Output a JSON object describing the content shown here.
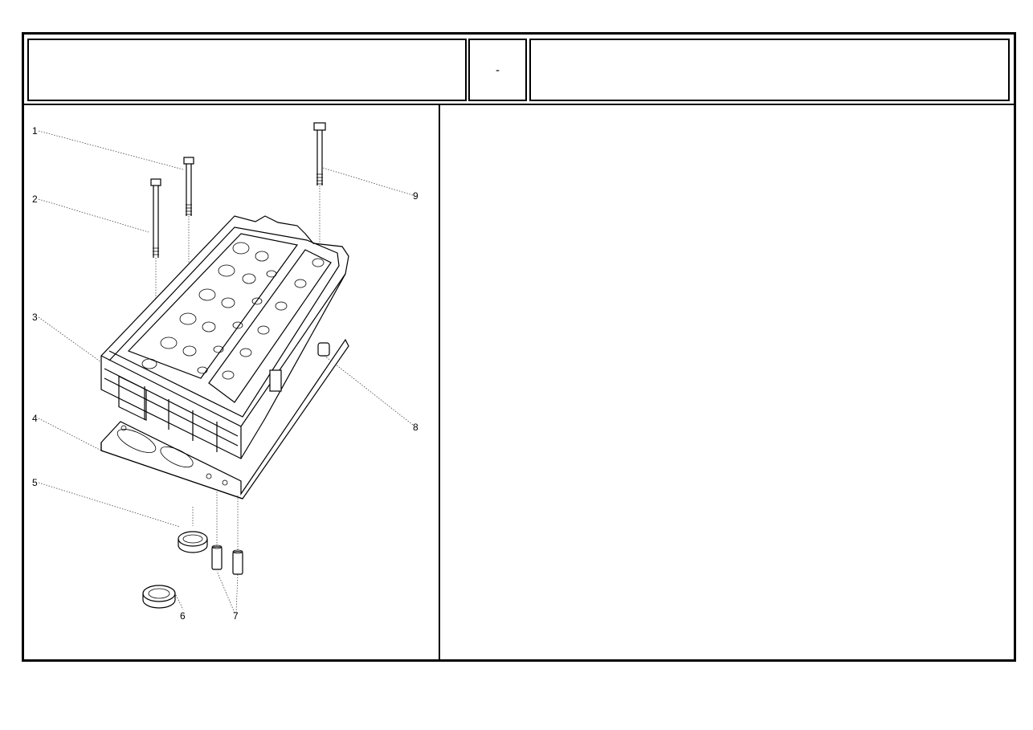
{
  "header": {
    "left_text": "",
    "middle_text": "-",
    "right_text": ""
  },
  "callouts": [
    "1",
    "2",
    "3",
    "4",
    "5",
    "6",
    "7",
    "8",
    "9"
  ],
  "icons": {
    "illustration": "cylinder-head-exploded-view"
  }
}
